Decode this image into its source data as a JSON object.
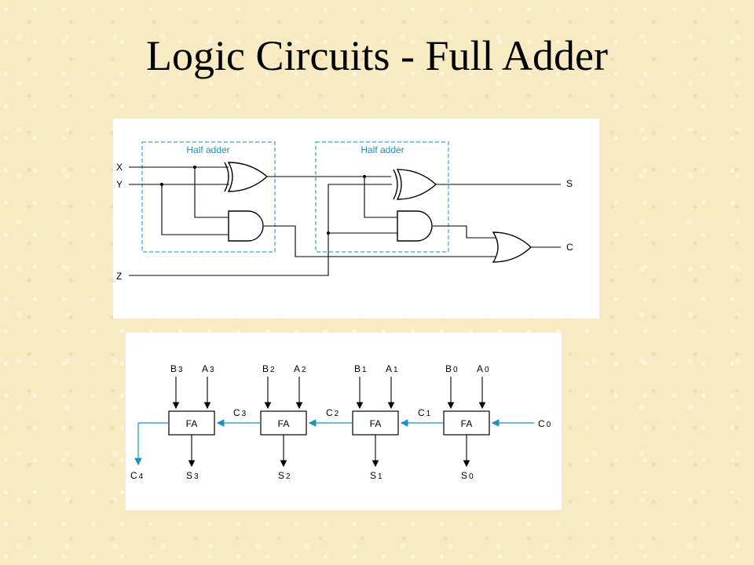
{
  "title": "Logic Circuits - Full Adder",
  "full_adder": {
    "half_adder_label_1": "Half adder",
    "half_adder_label_2": "Half adder",
    "input_x": "X",
    "input_y": "Y",
    "input_z": "Z",
    "output_s": "S",
    "output_c": "C"
  },
  "ripple_adder": {
    "stages": [
      {
        "b": "B",
        "b_sub": "3",
        "a": "A",
        "a_sub": "3",
        "block": "FA",
        "s": "S",
        "s_sub": "3"
      },
      {
        "b": "B",
        "b_sub": "2",
        "a": "A",
        "a_sub": "2",
        "block": "FA",
        "s": "S",
        "s_sub": "2"
      },
      {
        "b": "B",
        "b_sub": "1",
        "a": "A",
        "a_sub": "1",
        "block": "FA",
        "s": "S",
        "s_sub": "1"
      },
      {
        "b": "B",
        "b_sub": "0",
        "a": "A",
        "a_sub": "0",
        "block": "FA",
        "s": "S",
        "s_sub": "0"
      }
    ],
    "carries": [
      {
        "c": "C",
        "sub": "4"
      },
      {
        "c": "C",
        "sub": "3"
      },
      {
        "c": "C",
        "sub": "2"
      },
      {
        "c": "C",
        "sub": "1"
      },
      {
        "c": "C",
        "sub": "0"
      }
    ]
  },
  "colors": {
    "background": "#f8ebc4",
    "carry_line": "#1f8fbf",
    "half_adder_box": "#3aa0d0"
  }
}
